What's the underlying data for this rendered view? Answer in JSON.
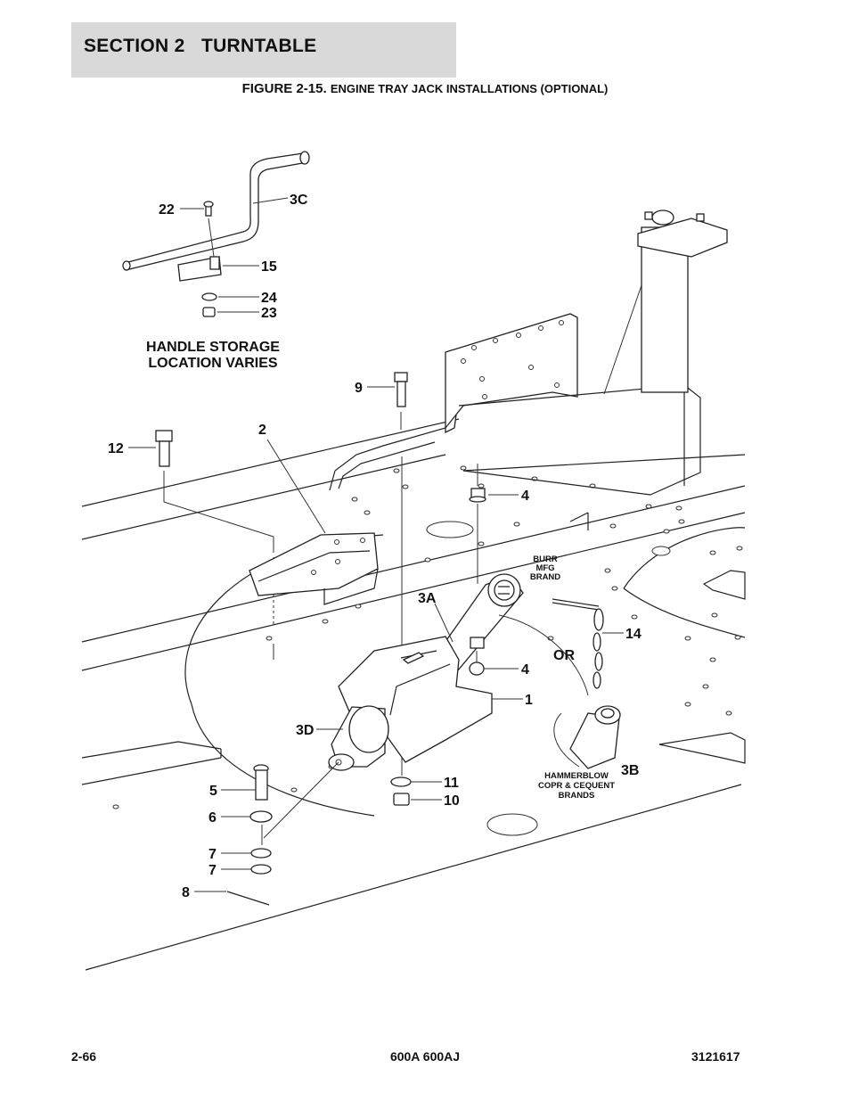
{
  "header": {
    "section_title": "SECTION 2   TURNTABLE",
    "figure_label": "FIGURE 2-15.",
    "figure_title": "ENGINE TRAY JACK INSTALLATIONS (OPTIONAL)"
  },
  "callouts": {
    "c22": "22",
    "c3c": "3C",
    "c15": "15",
    "c24": "24",
    "c23": "23",
    "c9": "9",
    "c12": "12",
    "c2": "2",
    "c4a": "4",
    "c3a": "3A",
    "c14": "14",
    "c4b": "4",
    "c1": "1",
    "c3d": "3D",
    "c11": "11",
    "c10": "10",
    "c3b": "3B",
    "c5": "5",
    "c6": "6",
    "c7a": "7",
    "c7b": "7",
    "c8": "8",
    "or": "OR"
  },
  "notes": {
    "handle_storage_1": "HANDLE STORAGE",
    "handle_storage_2": "LOCATION VARIES",
    "burr_1": "BURR",
    "burr_2": "MFG",
    "burr_3": "BRAND",
    "hammer_1": "HAMMERBLOW",
    "hammer_2": "COPR & CEQUENT",
    "hammer_3": "BRANDS"
  },
  "footer": {
    "page_number": "2-66",
    "model": "600A 600AJ",
    "doc_number": "3121617"
  }
}
